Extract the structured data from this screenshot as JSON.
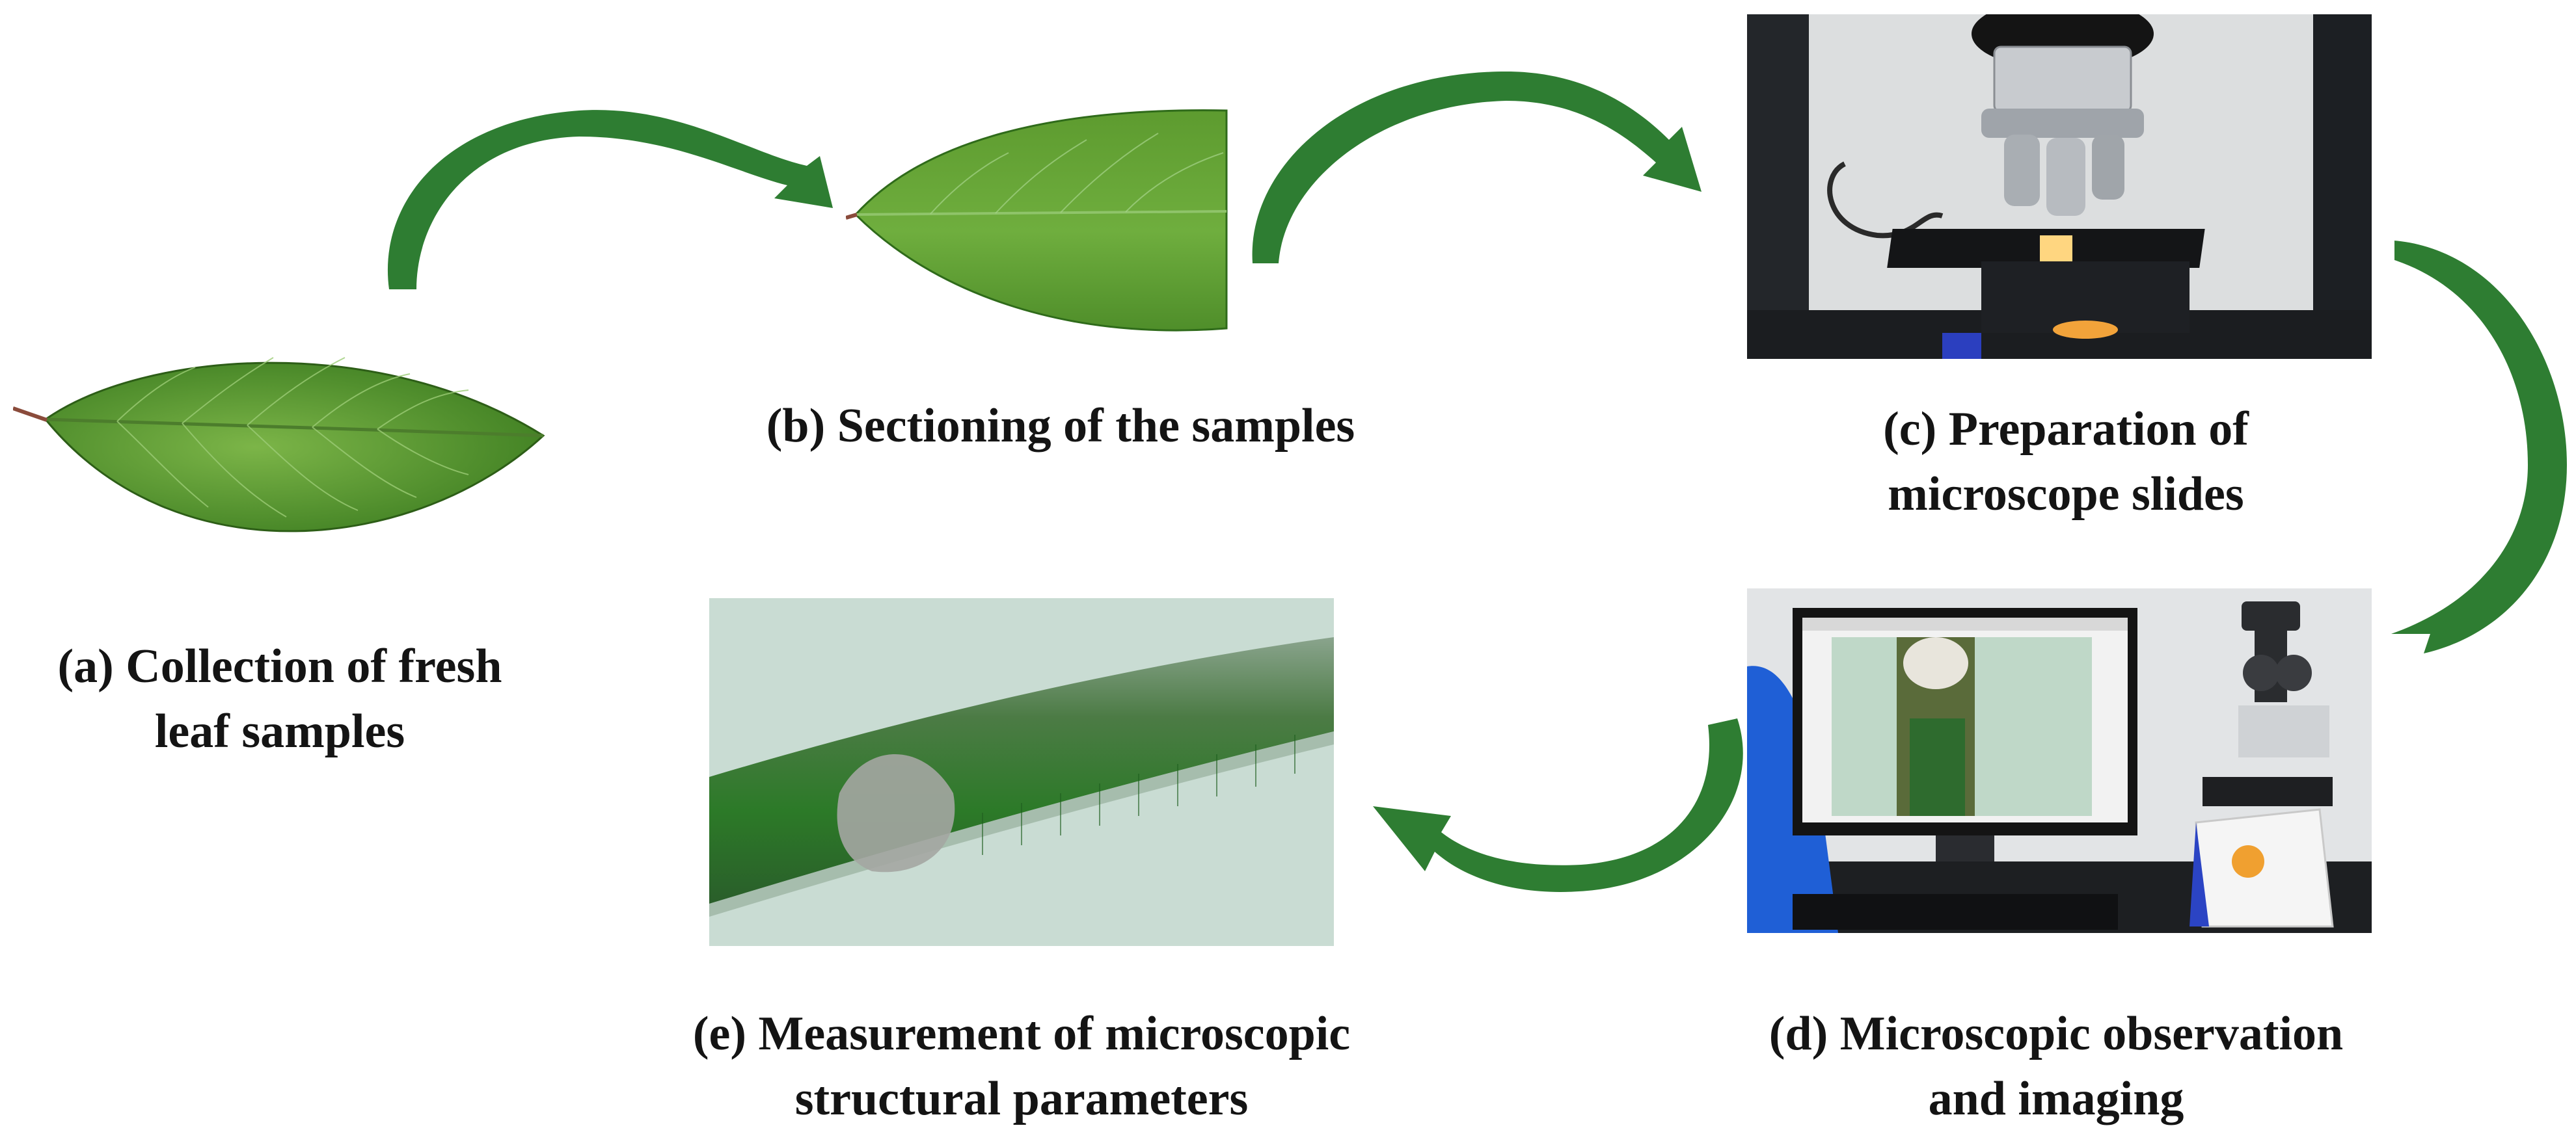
{
  "steps": {
    "a": {
      "line1": "(a) Collection of fresh",
      "line2": "leaf samples"
    },
    "b": {
      "line1": "(b) Sectioning of the samples"
    },
    "c": {
      "line1": "(c) Preparation of",
      "line2": "microscope slides"
    },
    "d": {
      "line1": "(d) Microscopic observation",
      "line2": "and imaging"
    },
    "e": {
      "line1": "(e) Measurement of microscopic",
      "line2": "structural parameters"
    }
  },
  "colors": {
    "arrow": "#2e7d32",
    "leaf_light": "#6fae3e",
    "leaf_dark": "#2f6b1a",
    "tissue_green": "#2f7a28",
    "micro_background": "#c9dcd3"
  },
  "icons": [
    "leaf-icon",
    "half-leaf-icon",
    "microscope-icon",
    "monitor-icon",
    "keyboard-icon"
  ]
}
